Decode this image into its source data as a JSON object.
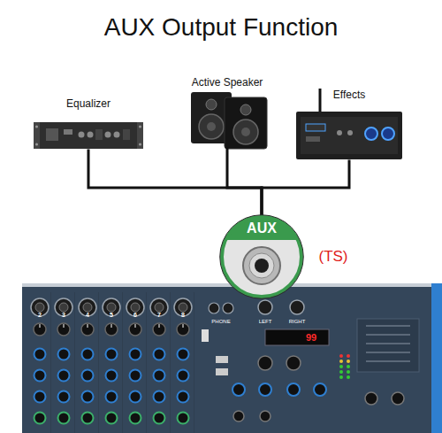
{
  "diagram": {
    "title": "AUX Output Function",
    "nodes": [
      {
        "text": [
          "Equalizer"
        ]
      },
      {
        "text": [
          "Active Speaker"
        ]
      },
      {
        "text": [
          "Effects"
        ]
      },
      {
        "text": [
          "AUX"
        ]
      }
    ],
    "edges": [
      {
        "from": 3,
        "to": 0,
        "arrow": "none"
      },
      {
        "from": 3,
        "to": 1,
        "arrow": "none"
      },
      {
        "from": 3,
        "to": 2,
        "arrow": "none"
      }
    ],
    "labels": [
      "(TS)",
      "2",
      "3",
      "4",
      "5",
      "6",
      "7",
      "8",
      "PHONE",
      "LEFT",
      "RIGHT",
      "99"
    ]
  }
}
